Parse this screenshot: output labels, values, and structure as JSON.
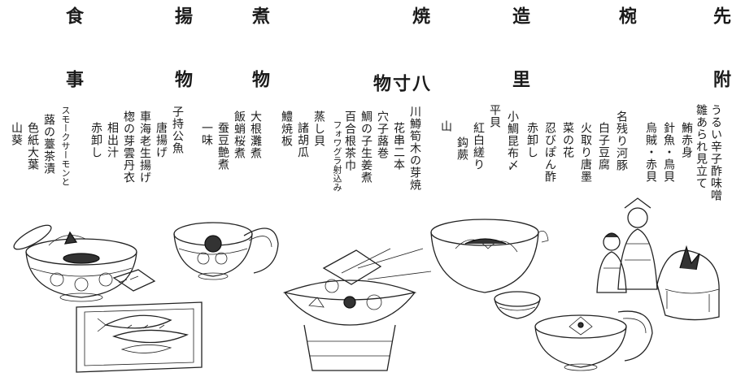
{
  "courses": {
    "sakizuke": {
      "t1": "先",
      "t2": "附"
    },
    "wan": {
      "t1": "椀",
      "t2": ""
    },
    "tsukuri": {
      "t1": "造",
      "t2": "里"
    },
    "hassun": {
      "t1": "焼",
      "t2": "八寸物"
    },
    "nimono": {
      "t1": "煮",
      "t2": "物"
    },
    "agemono": {
      "t1": "揚",
      "t2": "物"
    },
    "shokuji": {
      "t1": "食",
      "t2": "事"
    }
  },
  "dishes": {
    "sakizuke": [
      "うるい辛子酢味噌",
      "雛あられ見立て",
      "鮪赤身",
      "針魚・鳥貝",
      "烏賊・赤貝"
    ],
    "wan": [
      "名残り河豚",
      "白子豆腐",
      "火取り唐墨",
      "菜の花",
      "忍びぽん酢",
      "赤卸し"
    ],
    "tsukuri": [
      "小鯛昆布〆",
      "平貝",
      "紅白縒り",
      "鈎蕨",
      "山"
    ],
    "yakimono": [
      "川鱒筍木の芽焼",
      "花串二本",
      "穴子蕗巻",
      "鯛の子生姜煮",
      "百合根茶巾",
      "フォワグラ射込み",
      "蒸し貝",
      "諸胡瓜",
      "鱧焼板"
    ],
    "nimono": [
      "大根灘煮",
      "飯蛸桜煮",
      "蚕豆艶煮",
      "一味"
    ],
    "agemono": [
      "子持公魚",
      "唐揚げ",
      "車海老生揚げ",
      "楤の芽雲丹衣",
      "相出汁",
      "赤卸し"
    ],
    "shokuji": [
      "スモークサーモンと",
      "蕗の薹茶漬",
      "色紙大葉",
      "山葵"
    ]
  },
  "illustrations": [
    "shokuji-bowl-icon",
    "agemono-plate-icon",
    "nimono-bowl-icon",
    "hassun-stand-icon",
    "tsukuri-bowl-icon",
    "wan-bowl-icon",
    "hina-dolls-icon"
  ]
}
